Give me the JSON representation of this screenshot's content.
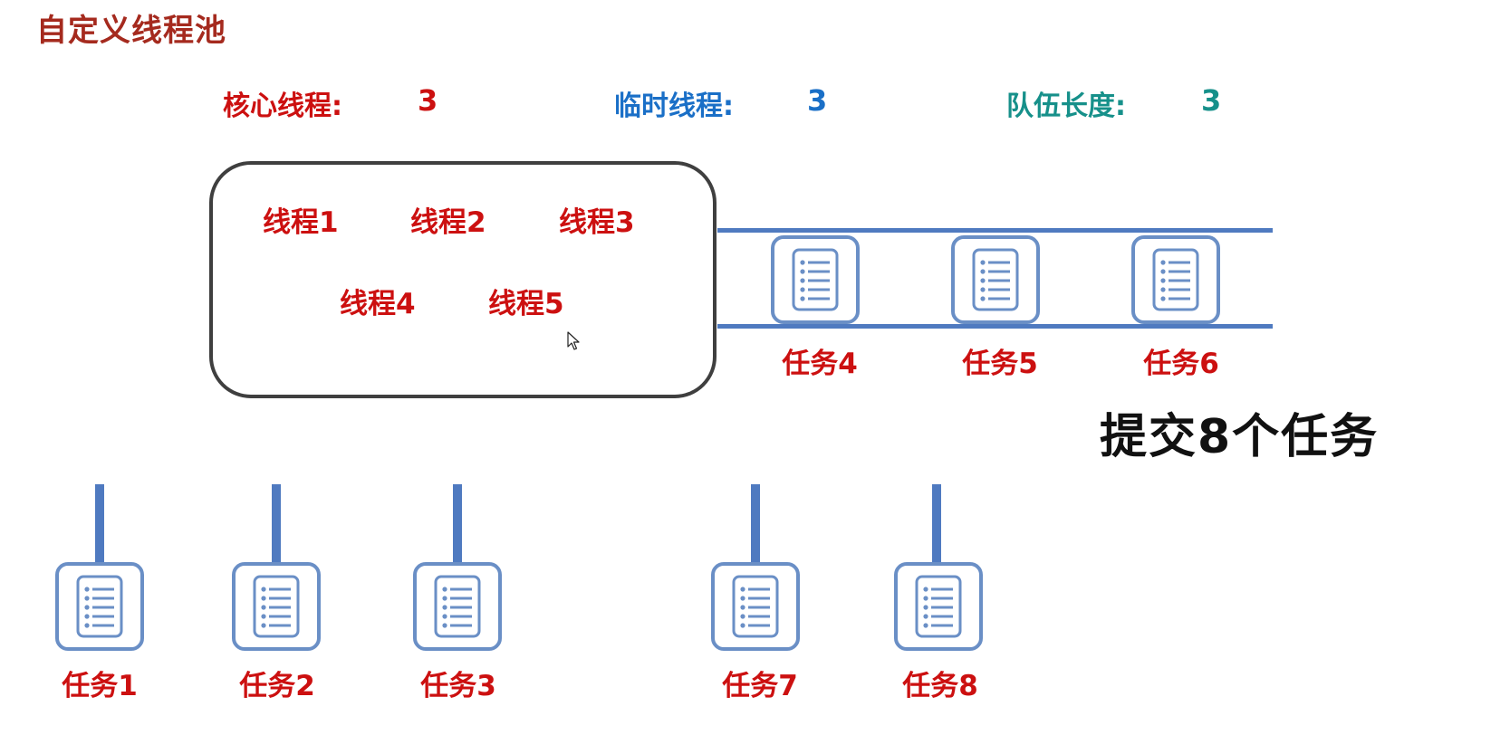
{
  "title": "自定义线程池",
  "params": {
    "core": {
      "label": "核心线程:",
      "value": "3",
      "color": "#cc1010"
    },
    "temp": {
      "label": "临时线程:",
      "value": "3",
      "color": "#1a6fc7"
    },
    "queue": {
      "label": "队伍长度:",
      "value": "3",
      "color": "#16908a"
    }
  },
  "threads": [
    "线程1",
    "线程2",
    "线程3",
    "线程4",
    "线程5"
  ],
  "queue_tasks": [
    "任务4",
    "任务5",
    "任务6"
  ],
  "submit_caption": "提交8个任务",
  "bottom_tasks": [
    "任务1",
    "任务2",
    "任务3",
    "任务7",
    "任务8"
  ],
  "icons": {
    "task": "document-list-icon",
    "cursor": "mouse-cursor-icon"
  }
}
